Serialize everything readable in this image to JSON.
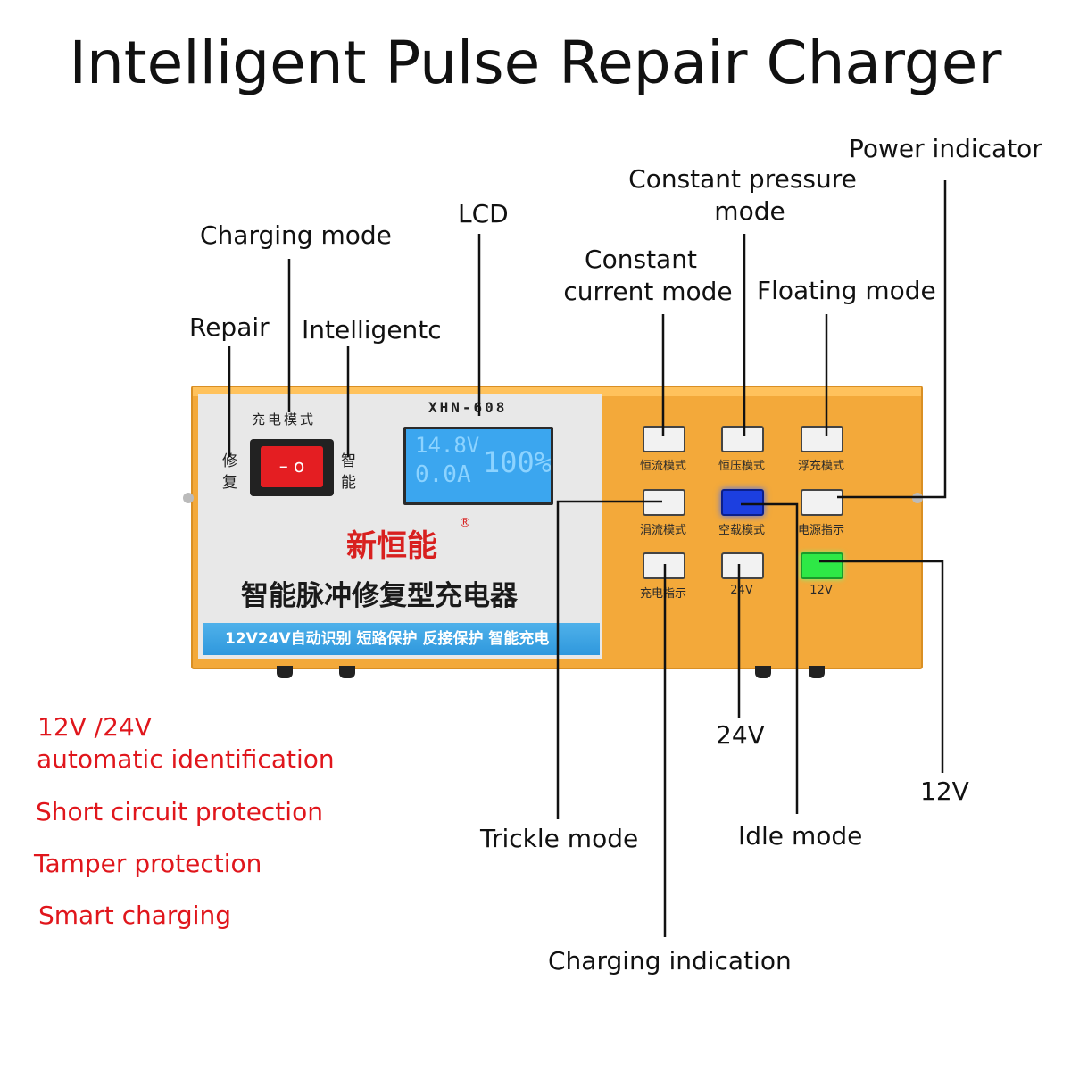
{
  "title": "Intelligent Pulse Repair Charger",
  "callouts": {
    "power_indicator": "Power indicator",
    "constant_pressure_1": "Constant pressure",
    "constant_pressure_2": "mode",
    "lcd": "LCD",
    "charging_mode": "Charging mode",
    "constant_current_1": "Constant",
    "constant_current_2": "current mode",
    "floating_mode": "Floating mode",
    "repair": "Repair",
    "intelligent": "Intelligentc",
    "v24": "24V",
    "v12": "12V",
    "trickle_mode": "Trickle mode",
    "idle_mode": "Idle mode",
    "charging_indication": "Charging indication"
  },
  "features": {
    "auto_id_1": "12V /24V",
    "auto_id_2": "automatic identification",
    "short_circuit": "Short circuit protection",
    "tamper": "Tamper protection",
    "smart": "Smart charging"
  },
  "device": {
    "mode_header": "充电模式",
    "repair_cn_1": "修",
    "repair_cn_2": "复",
    "intel_cn_1": "智",
    "intel_cn_2": "能",
    "switch_symbol": "– o",
    "model": "XHN-608",
    "lcd_voltage": "14.8V",
    "lcd_current": "0.0A",
    "lcd_percent": "100%",
    "brand": "新恒能",
    "registered": "®",
    "product_name": "智能脉冲修复型充电器",
    "feature_bar": "12V24V自动识别   短路保护   反接保护   智能充电",
    "buttons": [
      {
        "label": "恒流模式",
        "state": "off"
      },
      {
        "label": "恒压模式",
        "state": "off"
      },
      {
        "label": "浮充模式",
        "state": "off"
      },
      {
        "label": "涓流模式",
        "state": "off"
      },
      {
        "label": "空载模式",
        "state": "blue"
      },
      {
        "label": "电源指示",
        "state": "off"
      },
      {
        "label": "充电指示",
        "state": "off"
      },
      {
        "label": "24V",
        "state": "off"
      },
      {
        "label": "12V",
        "state": "green"
      }
    ]
  },
  "colors": {
    "feature_text": "#e0161c",
    "housing": "#f3a93a",
    "blue_bar": "#2f98dd",
    "idle_led": "#1c3fe0",
    "v12_led": "#2ee846",
    "switch": "#e41e22"
  }
}
